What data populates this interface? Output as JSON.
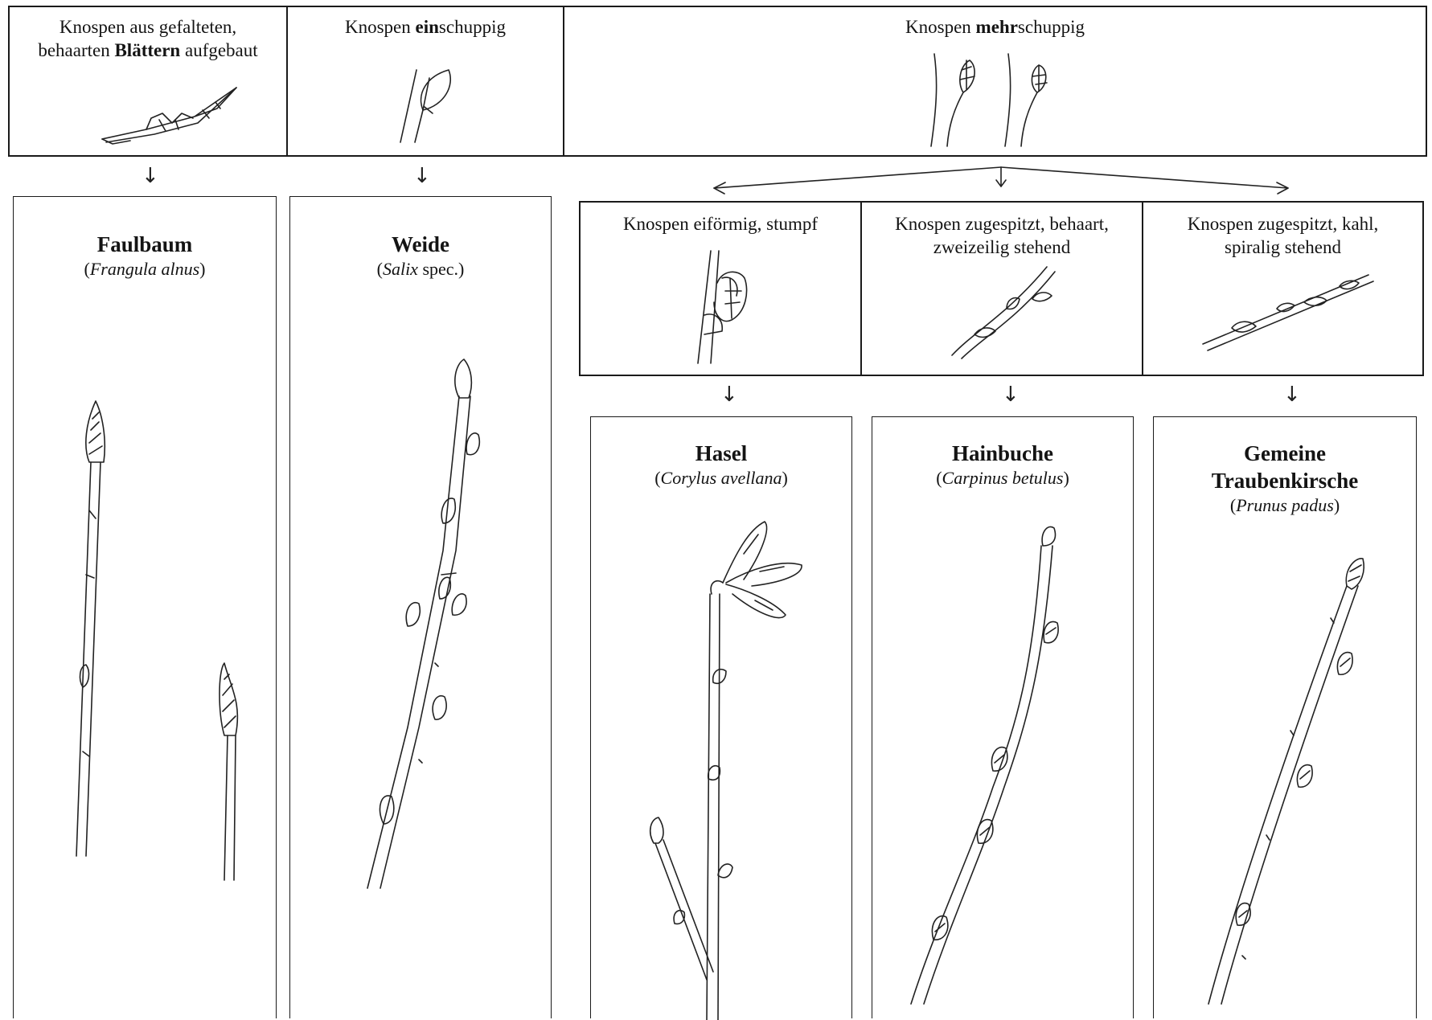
{
  "top_row": {
    "col1": {
      "pre": "Knospen aus gefalteten,",
      "line2_pre": "behaarten ",
      "line2_bold": "Blättern",
      "line2_post": " aufgebaut"
    },
    "col2": {
      "pre": "Knospen ",
      "bold": "ein",
      "post": "schuppig"
    },
    "col3": {
      "pre": "Knospen ",
      "bold": "mehr",
      "post": "schuppig"
    }
  },
  "sub_row": {
    "a": {
      "line1": "Knospen eiförmig, stumpf",
      "line2": ""
    },
    "b": {
      "line1": "Knospen zugespitzt, behaart,",
      "line2": "zweizeilig stehend"
    },
    "c": {
      "line1": "Knospen zugespitzt, kahl,",
      "line2": "spiralig stehend"
    }
  },
  "arrows": {
    "down": "↓"
  },
  "species": [
    {
      "common": "Faulbaum",
      "scientific": "Frangula alnus",
      "suffix": ""
    },
    {
      "common": "Weide",
      "scientific": "Salix",
      "suffix": " spec."
    },
    {
      "common": "Hasel",
      "scientific": "Corylus avellana",
      "suffix": ""
    },
    {
      "common": "Hainbuche",
      "scientific": "Carpinus betulus",
      "suffix": ""
    },
    {
      "common": "Gemeine",
      "common2": "Traubenkirsche",
      "scientific": "Prunus padus",
      "suffix": ""
    }
  ],
  "colors": {
    "line": "#1a1a1a",
    "background": "#ffffff"
  }
}
